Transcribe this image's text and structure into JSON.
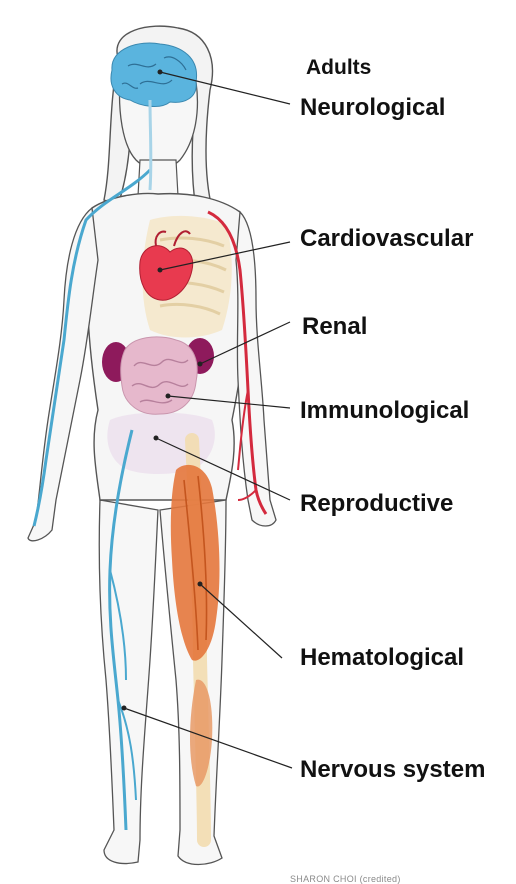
{
  "diagram": {
    "title": "Adults",
    "labels": [
      "Neurological",
      "Cardiovascular",
      "Renal",
      "Immunological",
      "Reproductive",
      "Hematological",
      "Nervous system"
    ],
    "credit_text": "SHARON CHOI (credited)",
    "colors": {
      "brain": "#5ab4de",
      "heart": "#e83a4f",
      "kidneys": "#8e1a5c",
      "intestines": "#e6b8cc",
      "muscles": "#e4773c",
      "veins_blue": "#4aa8cf",
      "arteries_red": "#d42a3e",
      "skeleton": "#f5e6c8",
      "outline": "#444444",
      "label_text": "#111111"
    }
  }
}
